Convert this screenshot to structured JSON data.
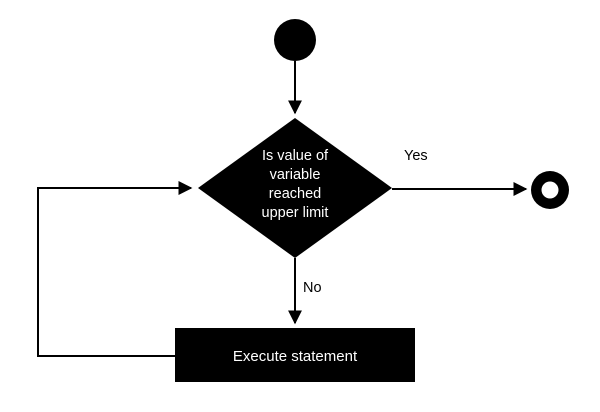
{
  "diagram": {
    "type": "flowchart",
    "decision": {
      "lines": [
        "Is value of",
        "variable",
        "reached",
        "upper limit"
      ]
    },
    "branches": {
      "yes": "Yes",
      "no": "No"
    },
    "process": {
      "label": "Execute statement"
    },
    "colors": {
      "node_fill": "#000000",
      "node_text": "#ffffff",
      "edge": "#000000",
      "edge_label_text": "#000000",
      "background": "#ffffff"
    }
  }
}
